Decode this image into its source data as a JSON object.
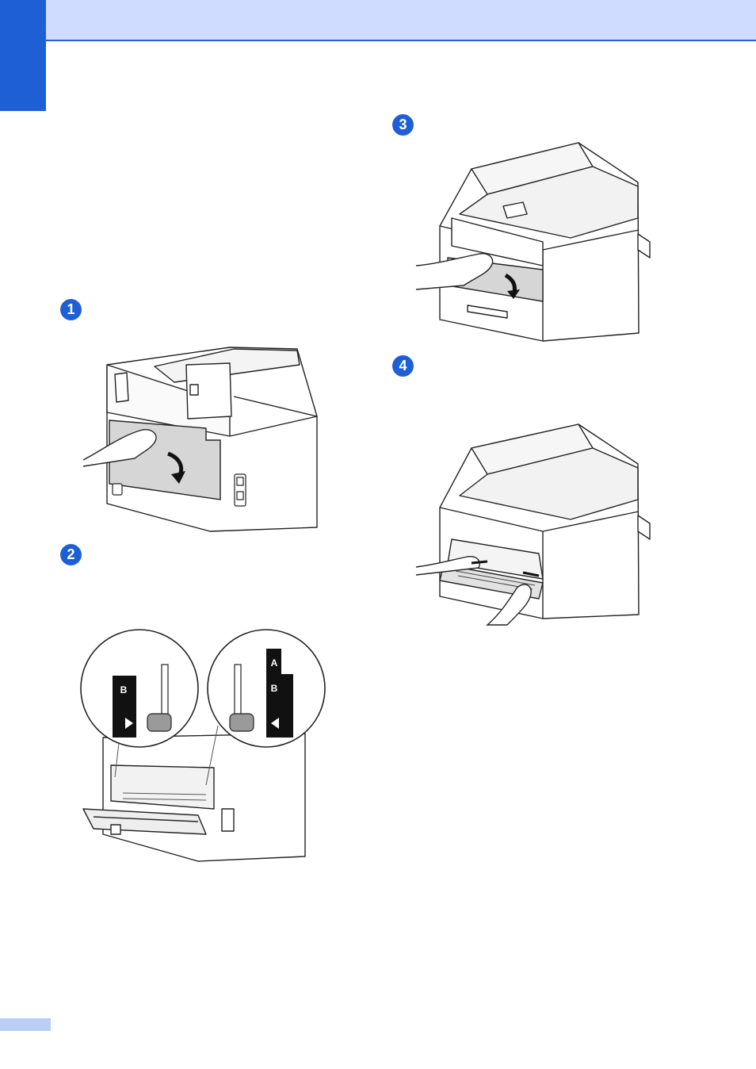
{
  "steps": [
    {
      "number": "1"
    },
    {
      "number": "2"
    },
    {
      "number": "3"
    },
    {
      "number": "4"
    }
  ],
  "figures": {
    "rear_cover": {
      "icon": "printer-rear-open-cover"
    },
    "envelope_levers": {
      "label_a": "A",
      "label_b_left": "B",
      "label_b_right": "B"
    },
    "front_cover": {
      "icon": "printer-front-open-cover"
    },
    "manual_feed": {
      "icon": "printer-front-manual-feed"
    }
  },
  "colors": {
    "accent": "#1f5fd6",
    "band": "#cfdcff",
    "panel": "#d6d6d6"
  }
}
